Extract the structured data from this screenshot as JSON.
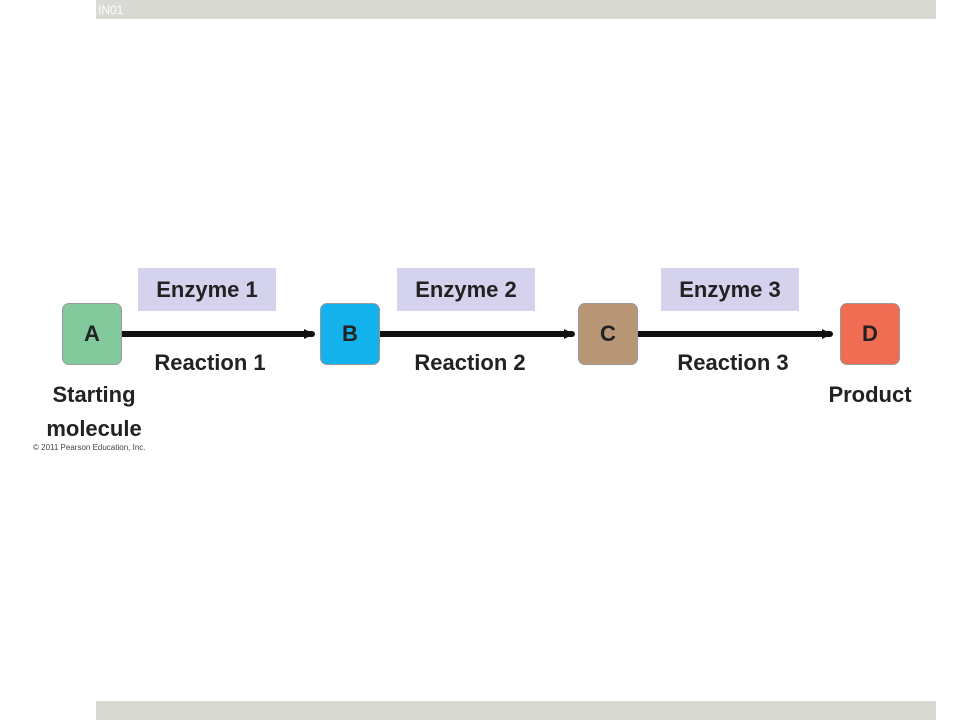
{
  "header": {
    "slide_id": "IN01"
  },
  "molecules": [
    {
      "label": "A",
      "color": "#82c99b"
    },
    {
      "label": "B",
      "color": "#14b2ec"
    },
    {
      "label": "C",
      "color": "#b89676"
    },
    {
      "label": "D",
      "color": "#f06c52"
    }
  ],
  "enzymes": [
    "Enzyme 1",
    "Enzyme 2",
    "Enzyme 3"
  ],
  "reactions": [
    "Reaction 1",
    "Reaction 2",
    "Reaction 3"
  ],
  "captions": {
    "start_line1": "Starting",
    "start_line2": "molecule",
    "end": "Product"
  },
  "copyright": "© 2011 Pearson Education, Inc.",
  "colors": {
    "enzyme_bg": "#d4d2ec",
    "arrow": "#111111",
    "bar": "#d8dad3"
  }
}
